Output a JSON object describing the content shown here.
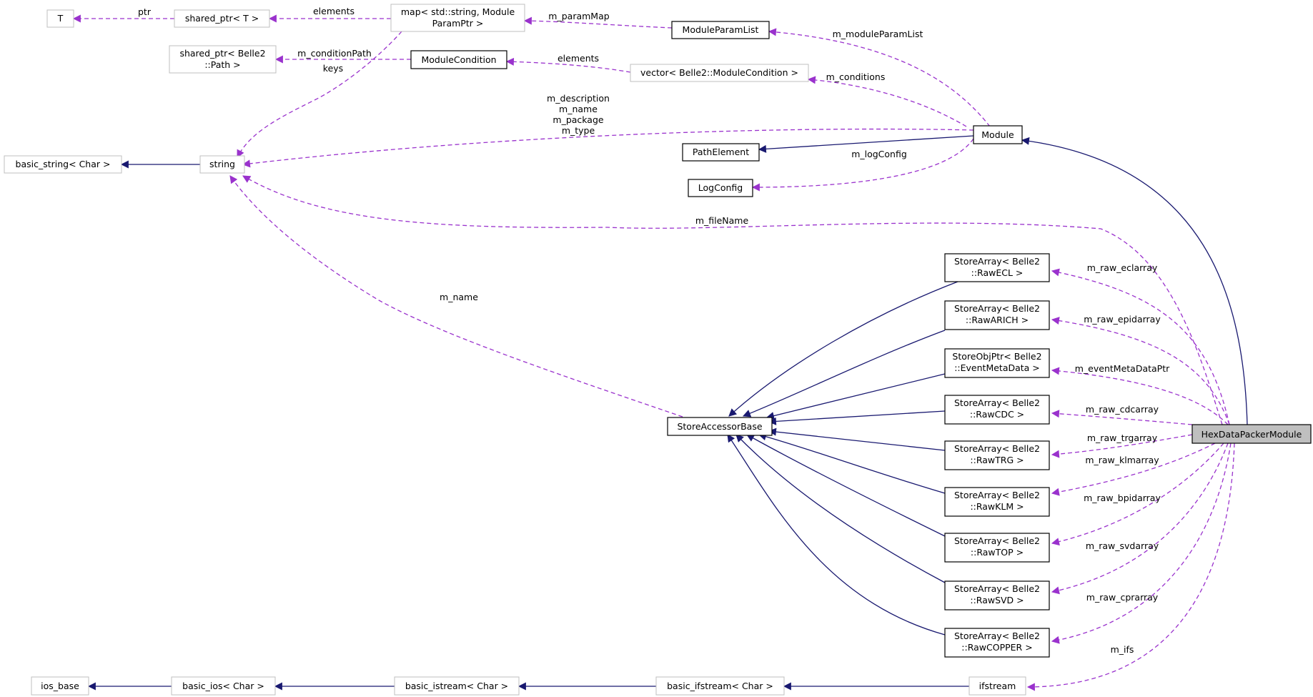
{
  "nodes": {
    "T": "T",
    "shared_ptr_T": "shared_ptr< T >",
    "map_line1": "map< std::string, Module",
    "map_line2": "ParamPtr >",
    "moduleparamlist": "ModuleParamList",
    "shared_ptr_path_line1": "shared_ptr< Belle2",
    "shared_ptr_path_line2": "::Path >",
    "modulecondition": "ModuleCondition",
    "vector_modulecondition": "vector< Belle2::ModuleCondition >",
    "basic_string": "basic_string< Char >",
    "string": "string",
    "module": "Module",
    "pathelement": "PathElement",
    "logconfig": "LogConfig",
    "storeaccessorbase": "StoreAccessorBase",
    "rawecl_line1": "StoreArray< Belle2",
    "rawecl_line2": "::RawECL >",
    "rawarich_line1": "StoreArray< Belle2",
    "rawarich_line2": "::RawARICH >",
    "eventmeta_line1": "StoreObjPtr< Belle2",
    "eventmeta_line2": "::EventMetaData >",
    "rawcdc_line1": "StoreArray< Belle2",
    "rawcdc_line2": "::RawCDC >",
    "rawtrg_line1": "StoreArray< Belle2",
    "rawtrg_line2": "::RawTRG >",
    "rawklm_line1": "StoreArray< Belle2",
    "rawklm_line2": "::RawKLM >",
    "rawtop_line1": "StoreArray< Belle2",
    "rawtop_line2": "::RawTOP >",
    "rawsvd_line1": "StoreArray< Belle2",
    "rawsvd_line2": "::RawSVD >",
    "rawcopper_line1": "StoreArray< Belle2",
    "rawcopper_line2": "::RawCOPPER >",
    "hexdatapackermodule": "HexDataPackerModule",
    "ios_base": "ios_base",
    "basic_ios": "basic_ios< Char >",
    "basic_istream": "basic_istream< Char >",
    "basic_ifstream": "basic_ifstream< Char >",
    "ifstream": "ifstream"
  },
  "edge_labels": {
    "ptr": "ptr",
    "elements_map": "elements",
    "m_paramMap": "m_paramMap",
    "m_moduleParamList": "m_moduleParamList",
    "m_conditionPath": "m_conditionPath",
    "keys": "keys",
    "elements_vector": "elements",
    "m_conditions": "m_conditions",
    "m_description": "m_description",
    "m_name_module": "m_name",
    "m_package": "m_package",
    "m_type": "m_type",
    "m_logConfig": "m_logConfig",
    "m_fileName": "m_fileName",
    "m_name_store": "m_name",
    "m_raw_eclarray": "m_raw_eclarray",
    "m_raw_epidarray": "m_raw_epidarray",
    "m_eventMetaDataPtr": "m_eventMetaDataPtr",
    "m_raw_cdcarray": "m_raw_cdcarray",
    "m_raw_trgarray": "m_raw_trgarray",
    "m_raw_klmarray": "m_raw_klmarray",
    "m_raw_bpidarray": "m_raw_bpidarray",
    "m_raw_svdarray": "m_raw_svdarray",
    "m_raw_cprarray": "m_raw_cprarray",
    "m_ifs": "m_ifs"
  },
  "colors": {
    "inheritance_edge": "#191970",
    "usage_edge": "#9a32cd",
    "focus_fill": "#bfbfbf",
    "external_border": "#bfbfbf",
    "internal_border": "#000000"
  }
}
